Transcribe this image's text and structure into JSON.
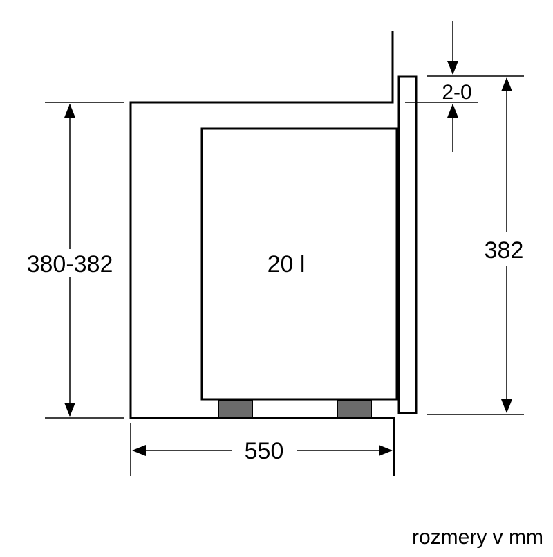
{
  "diagram": {
    "depth_label": "550",
    "niche_height_label": "380-382",
    "unit_height_label": "382",
    "gap_label": "2-0",
    "capacity_label": "20 l",
    "units_note": "rozmery v mm",
    "colors": {
      "line": "#000000",
      "feet": "#6b6b6b",
      "background": "#ffffff"
    }
  }
}
